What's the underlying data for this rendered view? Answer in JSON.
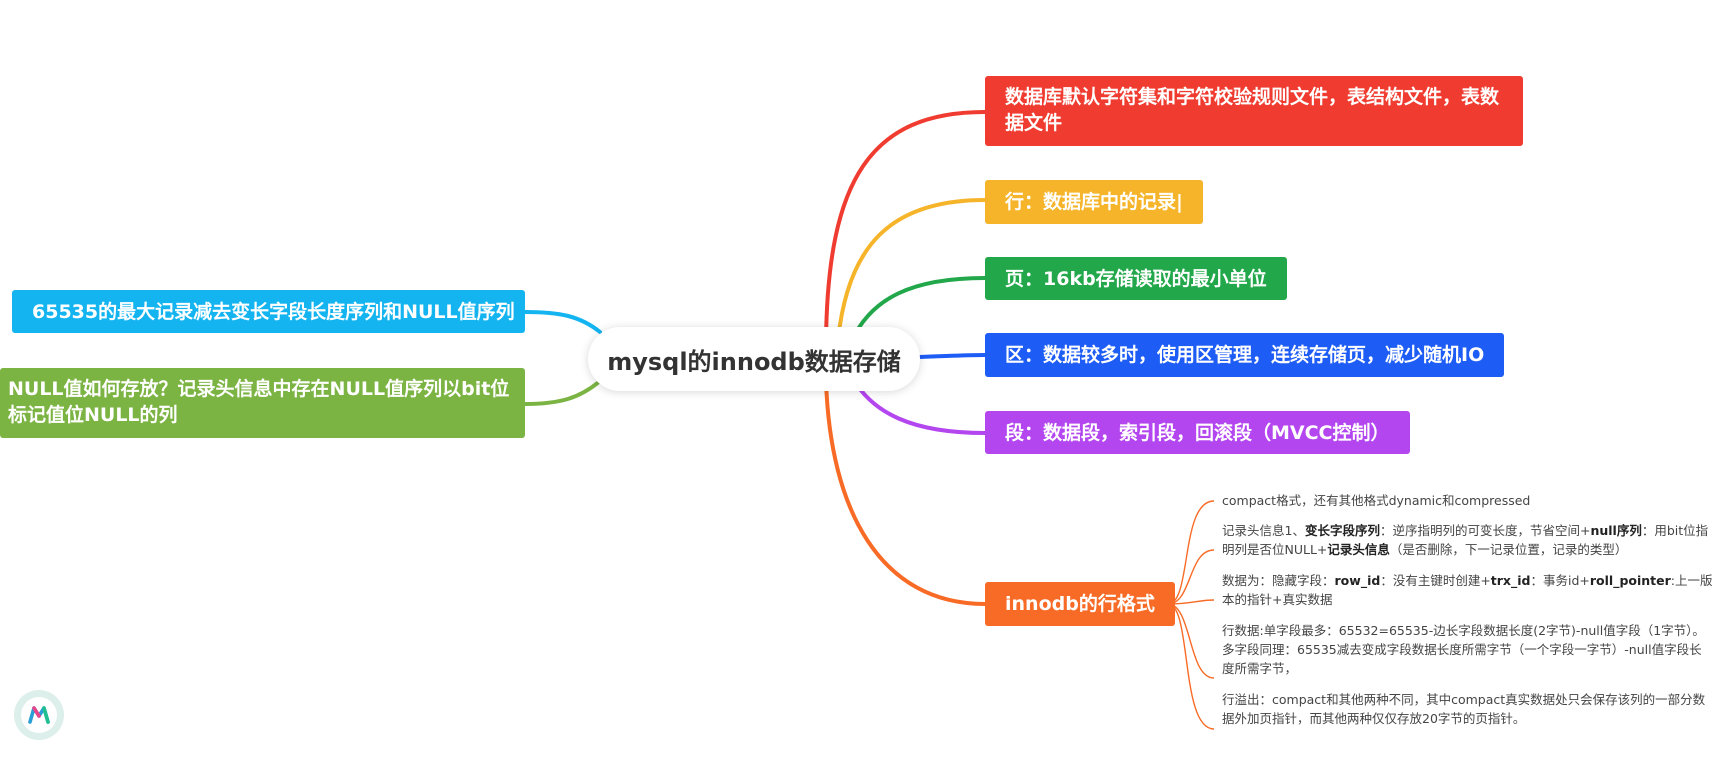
{
  "center": {
    "label": "mysql的innodb数据存储"
  },
  "branches_right": [
    {
      "text": "数据库默认字符集和字符校验规则文件，表结构文件，表数据文件",
      "color": "#f03c30"
    },
    {
      "text": "行：数据库中的记录|",
      "color": "#f5b42a"
    },
    {
      "text": "页：16kb存储读取的最小单位",
      "color": "#22a84a"
    },
    {
      "text": "区：数据较多时，使用区管理，连续存储页，减少随机IO",
      "color": "#1d5cf5"
    },
    {
      "text": "段：数据段，索引段，回滚段（MVCC控制）",
      "color": "#b446f0"
    },
    {
      "text": "innodb的行格式",
      "color": "#f86b26"
    }
  ],
  "branches_left": [
    {
      "text": "65535的最大记录减去变长字段长度序列和NULL值序列",
      "color": "#14b4f0"
    },
    {
      "text": "NULL值如何存放？记录头信息中存在NULL值序列以bit位标记值位NULL的列",
      "color": "#7cb444"
    }
  ],
  "row_format_details": {
    "compact": "compact格式，还有其他格式dynamic和compressed",
    "header": {
      "p1": "记录头信息1、",
      "b1": "变长字段序列",
      "p2": "：逆序指明列的可变长度，节省空间+",
      "b2": "null序列",
      "p3": "：用bit位指明列是否位NULL+",
      "b3": "记录头信息",
      "p4": "（是否删除，下一记录位置，记录的类型）"
    },
    "data": {
      "p1": "数据为：隐藏字段：",
      "b1": "row_id",
      "p2": "：没有主键时创建+",
      "b2": "trx_id",
      "p3": "：事务id+",
      "b3": "roll_pointer",
      "p4": ":上一版本的指针+真实数据"
    },
    "row_data": "行数据:单字段最多：65532=65535-边长字段数据长度(2字节)-null值字段（1字节）。多字段同理：65535减去变成字段数据长度所需字节（一个字段一字节）-null值字段长度所需字节，",
    "overflow": "行溢出：compact和其他两种不同，其中compact真实数据处只会保存该列的一部分数据外加页指针，而其他两种仅仅存放20字节的页指针。"
  }
}
